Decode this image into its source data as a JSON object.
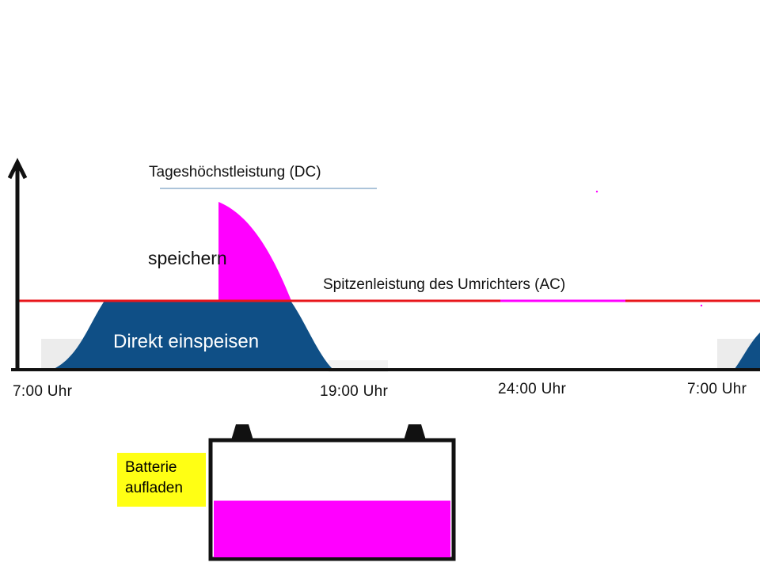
{
  "labels": {
    "peak_dc": "Tageshöchstleistung (DC)",
    "store": "speichern",
    "inverter_ac": "Spitzenleistung des Umrichters (AC)",
    "feed_in": "Direkt einspeisen",
    "battery_line1": "Batterie",
    "battery_line2": "aufladen"
  },
  "time_ticks": [
    "7:00 Uhr",
    "19:00 Uhr",
    "24:00 Uhr",
    "7:00 Uhr"
  ],
  "colors": {
    "feed_in_fill": "#0f4f86",
    "store_fill": "#ff00ff",
    "inverter_line": "#e8161b",
    "battery_label_bg": "#ffff14",
    "axis": "#111111"
  },
  "battery": {
    "charge_level": 0.49
  }
}
